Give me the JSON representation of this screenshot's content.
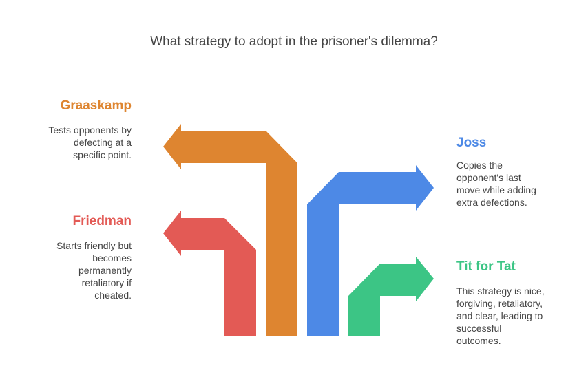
{
  "title": "What strategy to adopt in the prisoner's dilemma?",
  "colors": {
    "graaskamp": "#DE8530",
    "friedman": "#E35A55",
    "joss": "#4D89E6",
    "tit_for_tat": "#3CC585"
  },
  "strategies": [
    {
      "name": "Graaskamp",
      "description": [
        "Tests opponents by",
        "defecting at a",
        "specific point."
      ],
      "arrow_direction": "left"
    },
    {
      "name": "Friedman",
      "description": [
        "Starts friendly but",
        "becomes",
        "permanently",
        "retaliatory if",
        "cheated."
      ],
      "arrow_direction": "left"
    },
    {
      "name": "Joss",
      "description": [
        "Copies the",
        "opponent's last",
        "move while adding",
        "extra defections."
      ],
      "arrow_direction": "right"
    },
    {
      "name": "Tit for Tat",
      "description": [
        "This strategy is nice,",
        "forgiving, retaliatory,",
        "and clear, leading to",
        "successful",
        "outcomes."
      ],
      "arrow_direction": "right"
    }
  ]
}
